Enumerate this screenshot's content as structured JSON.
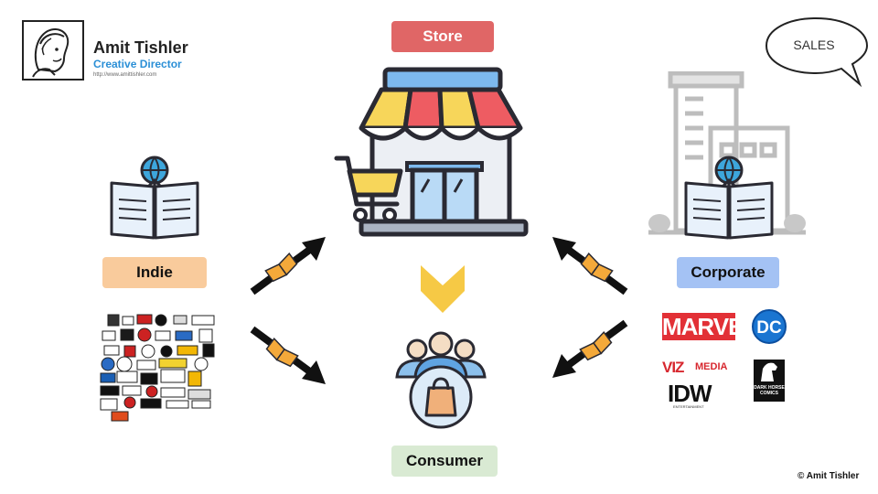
{
  "header": {
    "author_name": "Amit Tishler",
    "author_title": "Creative Director",
    "author_url": "http://www.amittishler.com"
  },
  "bubble": {
    "text": "SALES"
  },
  "nodes": {
    "store": "Store",
    "indie": "Indie",
    "corporate": "Corporate",
    "consumer": "Consumer"
  },
  "publishers": {
    "marvel": "MARVEL",
    "dc": "DC",
    "viz": "VIZ",
    "viz_media": "MEDIA",
    "idw": "IDW",
    "idw_sub": "ENTERTAINMENT",
    "dark_horse": "DARK HORSE COMICS"
  },
  "colors": {
    "store": "#e06666",
    "indie": "#f9cb9c",
    "corporate": "#a4c2f4",
    "consumer": "#d9ead3",
    "chevron": "#f6c945",
    "book_icon": "#f4a93a"
  },
  "icons": [
    "author-portrait-icon",
    "speech-bubble-icon",
    "storefront-icon",
    "shopping-cart-icon",
    "open-book-globe-icon",
    "office-building-icon",
    "chevron-down-icon",
    "consumers-bag-icon",
    "arrow-with-book-icon"
  ],
  "footer": {
    "copyright": "© Amit Tishler"
  }
}
